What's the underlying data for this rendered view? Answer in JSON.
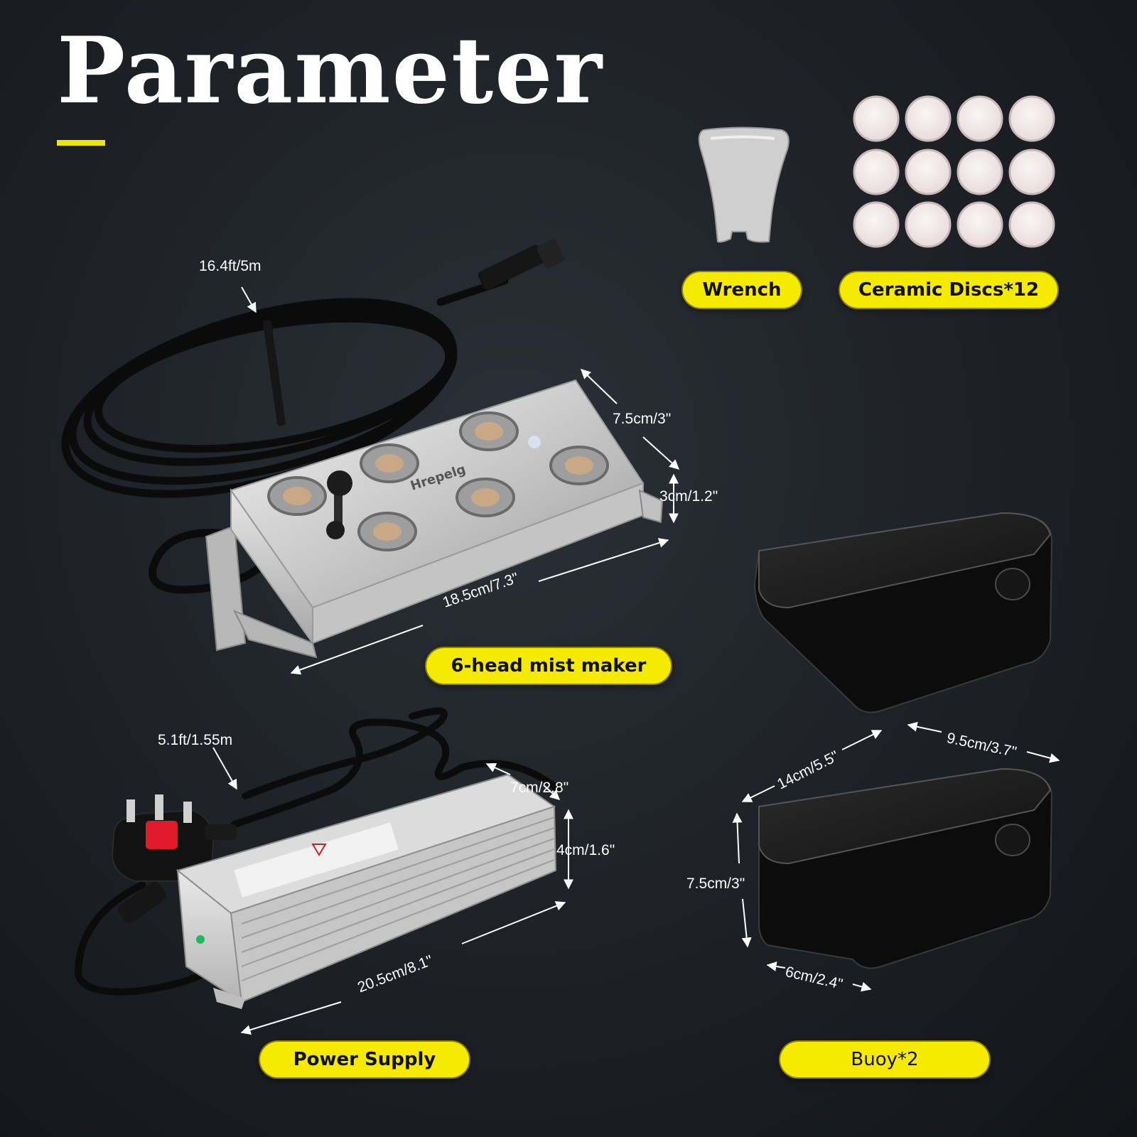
{
  "page": {
    "title": "Parameter",
    "accent_color": "#f5ea00",
    "background_color": "#1f2329"
  },
  "items": {
    "wrench": {
      "label": "Wrench",
      "icon": "wrench-icon"
    },
    "ceramic_discs": {
      "label": "Ceramic Discs*12",
      "icon": "ceramic-disc-icon"
    },
    "mist_maker": {
      "label": "6-head mist maker",
      "brand_text": "Hrepelg"
    },
    "power_supply": {
      "label": "Power Supply"
    },
    "buoy": {
      "label": "Buoy*2"
    }
  },
  "dimensions": {
    "mist_cable": "16.4ft/5m",
    "mist_depth": "7.5cm/3\"",
    "mist_height": "3cm/1.2\"",
    "mist_length": "18.5cm/7.3\"",
    "psu_cable": "5.1ft/1.55m",
    "psu_width": "7cm/2.8\"",
    "psu_height": "4cm/1.6\"",
    "psu_length": "20.5cm/8.1\"",
    "buoy_length": "14cm/5.5\"",
    "buoy_width": "9.5cm/3.7\"",
    "buoy_height": "7.5cm/3\"",
    "buoy_bottom": "6cm/2.4\""
  }
}
